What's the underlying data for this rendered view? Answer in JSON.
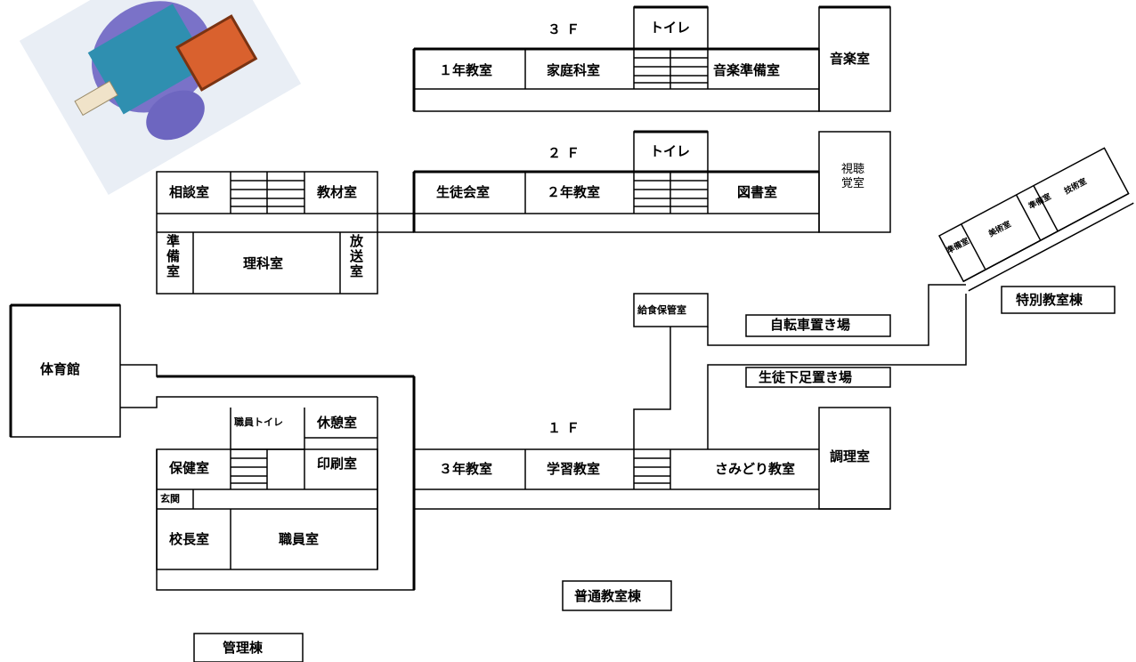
{
  "floors": {
    "f3": "３Ｆ",
    "f2": "２Ｆ",
    "f1": "１Ｆ"
  },
  "rooms": {
    "class1": "１年教室",
    "home_ec": "家庭科室",
    "toilet3": "トイレ",
    "music_prep": "音楽準備室",
    "music": "音楽室",
    "toilet2": "トイレ",
    "student_council": "生徒会室",
    "class2": "２年教室",
    "library": "図書室",
    "av_room": "視聴覚室",
    "counsel": "相談室",
    "materials": "教材室",
    "science_prep": "準備室",
    "science": "理科室",
    "broadcast": "放送室",
    "lunch": "給食保管室",
    "bike": "自転車置き場",
    "shoes": "生徒下足置き場",
    "special_bldg": "特別教室棟",
    "gym": "体育館",
    "staff_toilet": "職員トイレ",
    "lounge": "休憩室",
    "health": "保健室",
    "print": "印刷室",
    "class3": "３年教室",
    "study": "学習教室",
    "samidori": "さみどり教室",
    "cooking": "調理室",
    "entrance": "玄関",
    "principal": "校長室",
    "staff": "職員室",
    "general_bldg": "普通教室棟",
    "admin_bldg": "管理棟",
    "art_prep": "準備室",
    "art": "美術室",
    "tech_prep": "準備室",
    "tech": "技術室"
  }
}
